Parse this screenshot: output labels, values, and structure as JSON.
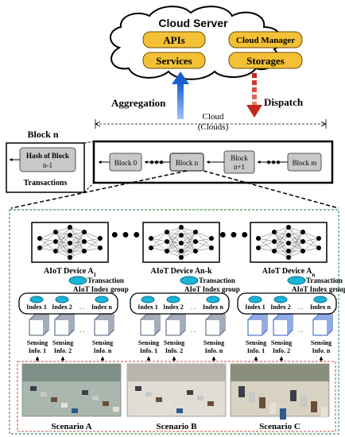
{
  "cloud": {
    "title": "Cloud Server",
    "apis": "APIs",
    "cloud_manager": "Cloud Manager",
    "services": "Services",
    "storages": "Storages",
    "color_pill": "#f4c136"
  },
  "arrows": {
    "aggregation": "Aggregation",
    "dispatch": "Dispatch",
    "cloud_label_1": "Cloud",
    "cloud_label_2": "(Clouds)",
    "aggregation_color": "#2a6fd6",
    "dispatch_color": "#d23a2a"
  },
  "block_n": {
    "title": "Block n",
    "hash_line1": "Hash of Block",
    "hash_line2": "n-1",
    "transactions": "Transactions"
  },
  "chain": {
    "block0": "Block 0",
    "blockn": "Block n",
    "blockn1_line1": "Block",
    "blockn1_line2": "n+1",
    "blockm": "Block m"
  },
  "devices": [
    {
      "name": "AIoT Device A",
      "sub": "1"
    },
    {
      "name": "AIoT Device An-k",
      "sub": ""
    },
    {
      "name": "AIoT Device A",
      "sub": "n"
    }
  ],
  "transaction_label": "Transaction",
  "index_group_label": "AIoT Index group",
  "indexes": [
    "Index 1",
    "Index 2",
    "Index n"
  ],
  "sensing": {
    "line1": "Sensing",
    "info": [
      "Info. 1",
      "Info. 2",
      "Info. n"
    ]
  },
  "scenarios": [
    "Scenario A",
    "Scenario B",
    "Scenario C"
  ]
}
